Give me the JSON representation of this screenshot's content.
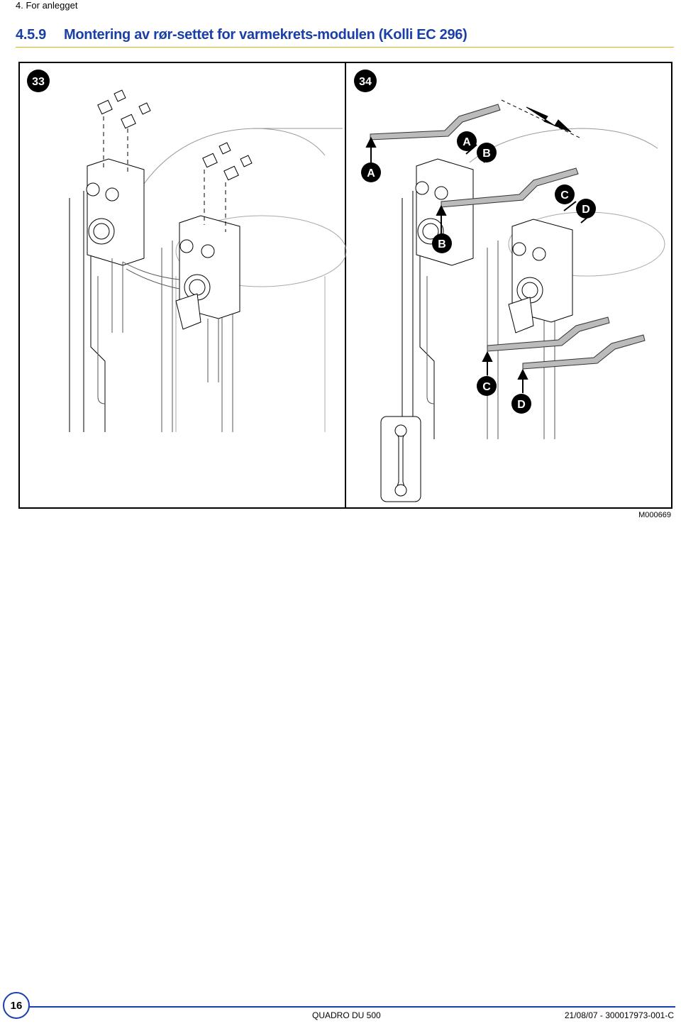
{
  "header": {
    "section": "4.  For anlegget"
  },
  "title": {
    "number": "4.5.9",
    "text": "Montering av rør-settet for varmekrets-modulen (Kolli EC 296)"
  },
  "figure": {
    "step_left": "33",
    "step_right": "34",
    "callouts": [
      "A",
      "B",
      "C",
      "D"
    ],
    "code": "M000669",
    "tool_icon": "wrench-icon"
  },
  "footer": {
    "page": "16",
    "product": "QUADRO DU 500",
    "doc": "21/08/07 - 300017973-001-C"
  }
}
